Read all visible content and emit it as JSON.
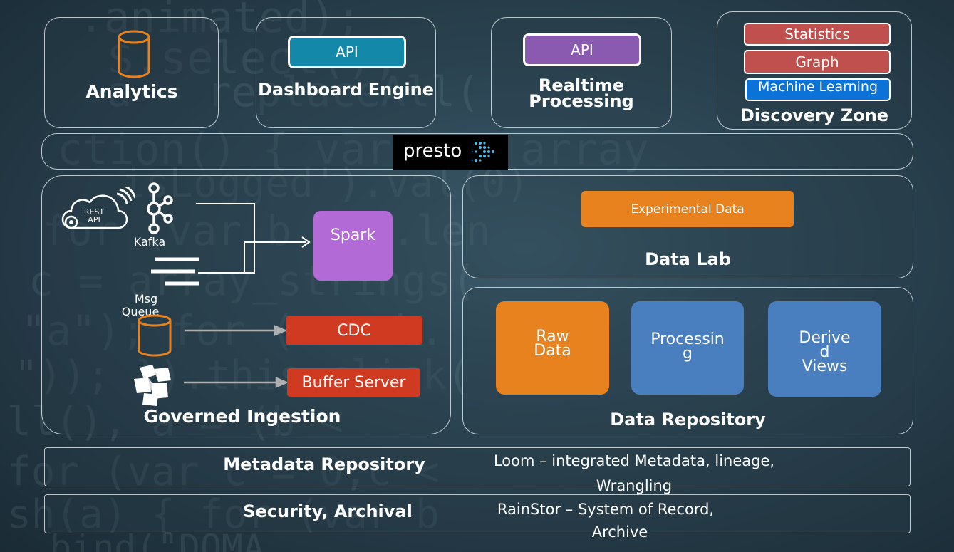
{
  "top": {
    "analytics": {
      "label": "Analytics"
    },
    "dashboard": {
      "api": "API",
      "label": "Dashboard Engine"
    },
    "realtime": {
      "api": "API",
      "label_line1": "Realtime",
      "label_line2": "Processing"
    },
    "discovery": {
      "items": [
        "Statistics",
        "Graph",
        "Machine Learning"
      ],
      "label": "Discovery Zone"
    }
  },
  "presto": {
    "text": "presto"
  },
  "ingestion": {
    "rest_line1": "REST",
    "rest_line2": "API",
    "kafka": "Kafka",
    "msg_line1": "Msg",
    "msg_line2": "Queue",
    "spark": "Spark",
    "cdc": "CDC",
    "buffer": "Buffer Server",
    "label": "Governed Ingestion"
  },
  "datalab": {
    "experimental": "Experimental Data",
    "label": "Data Lab"
  },
  "repository": {
    "raw_line1": "Raw",
    "raw_line2": "Data",
    "processing_line1": "Processin",
    "processing_line2": "g",
    "derived_line1": "Derive",
    "derived_line2": "d",
    "derived_line3": "Views",
    "label": "Data Repository"
  },
  "metadata": {
    "label": "Metadata Repository",
    "desc_line1": "Loom – integrated Metadata, lineage,",
    "desc_line2": "Wrangling"
  },
  "security": {
    "label": "Security, Archival",
    "desc_line1": "RainStor – System of Record,",
    "desc_line2": "Archive"
  },
  "colors": {
    "orange": "#e8821e",
    "teal": "#1488a8",
    "purple": "#8a5ab0",
    "red": "#c0504d",
    "blue": "#0b72d8",
    "spark": "#b26ad6",
    "cdc": "#d03a20",
    "repo_blue": "#4a7fbf"
  }
}
